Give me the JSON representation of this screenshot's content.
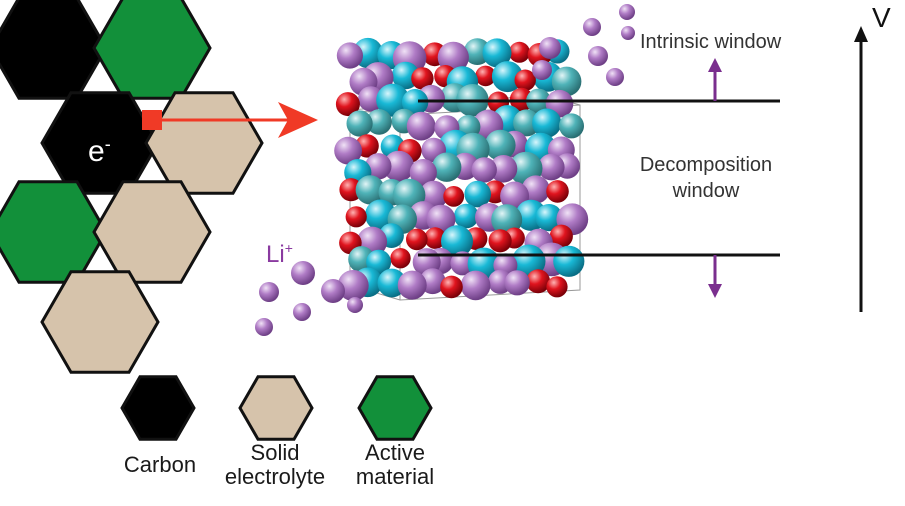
{
  "labels": {
    "electron": "e",
    "electron_sup": "-",
    "lithium": "Li",
    "lithium_sup": "+",
    "intrinsic_window": "Intrinsic window",
    "decomposition_window_line1": "Decomposition",
    "decomposition_window_line2": "window",
    "voltage_axis": "V"
  },
  "legend": [
    {
      "label_line1": "Carbon",
      "label_line2": "",
      "color": "#000000"
    },
    {
      "label_line1": "Solid",
      "label_line2": "electrolyte",
      "color": "#d6c3ab"
    },
    {
      "label_line1": "Active",
      "label_line2": "material",
      "color": "#12903a"
    }
  ],
  "colors": {
    "carbon": "#000000",
    "electrolyte": "#d6c3ab",
    "active_material": "#12903a",
    "arrow_red": "#f03a26",
    "arrow_purple": "#7a2e8e",
    "atom_purple": "#b07cc6",
    "atom_cyan": "#19b9d6",
    "atom_teal": "#4fb3b8",
    "atom_red": "#e0141e"
  }
}
